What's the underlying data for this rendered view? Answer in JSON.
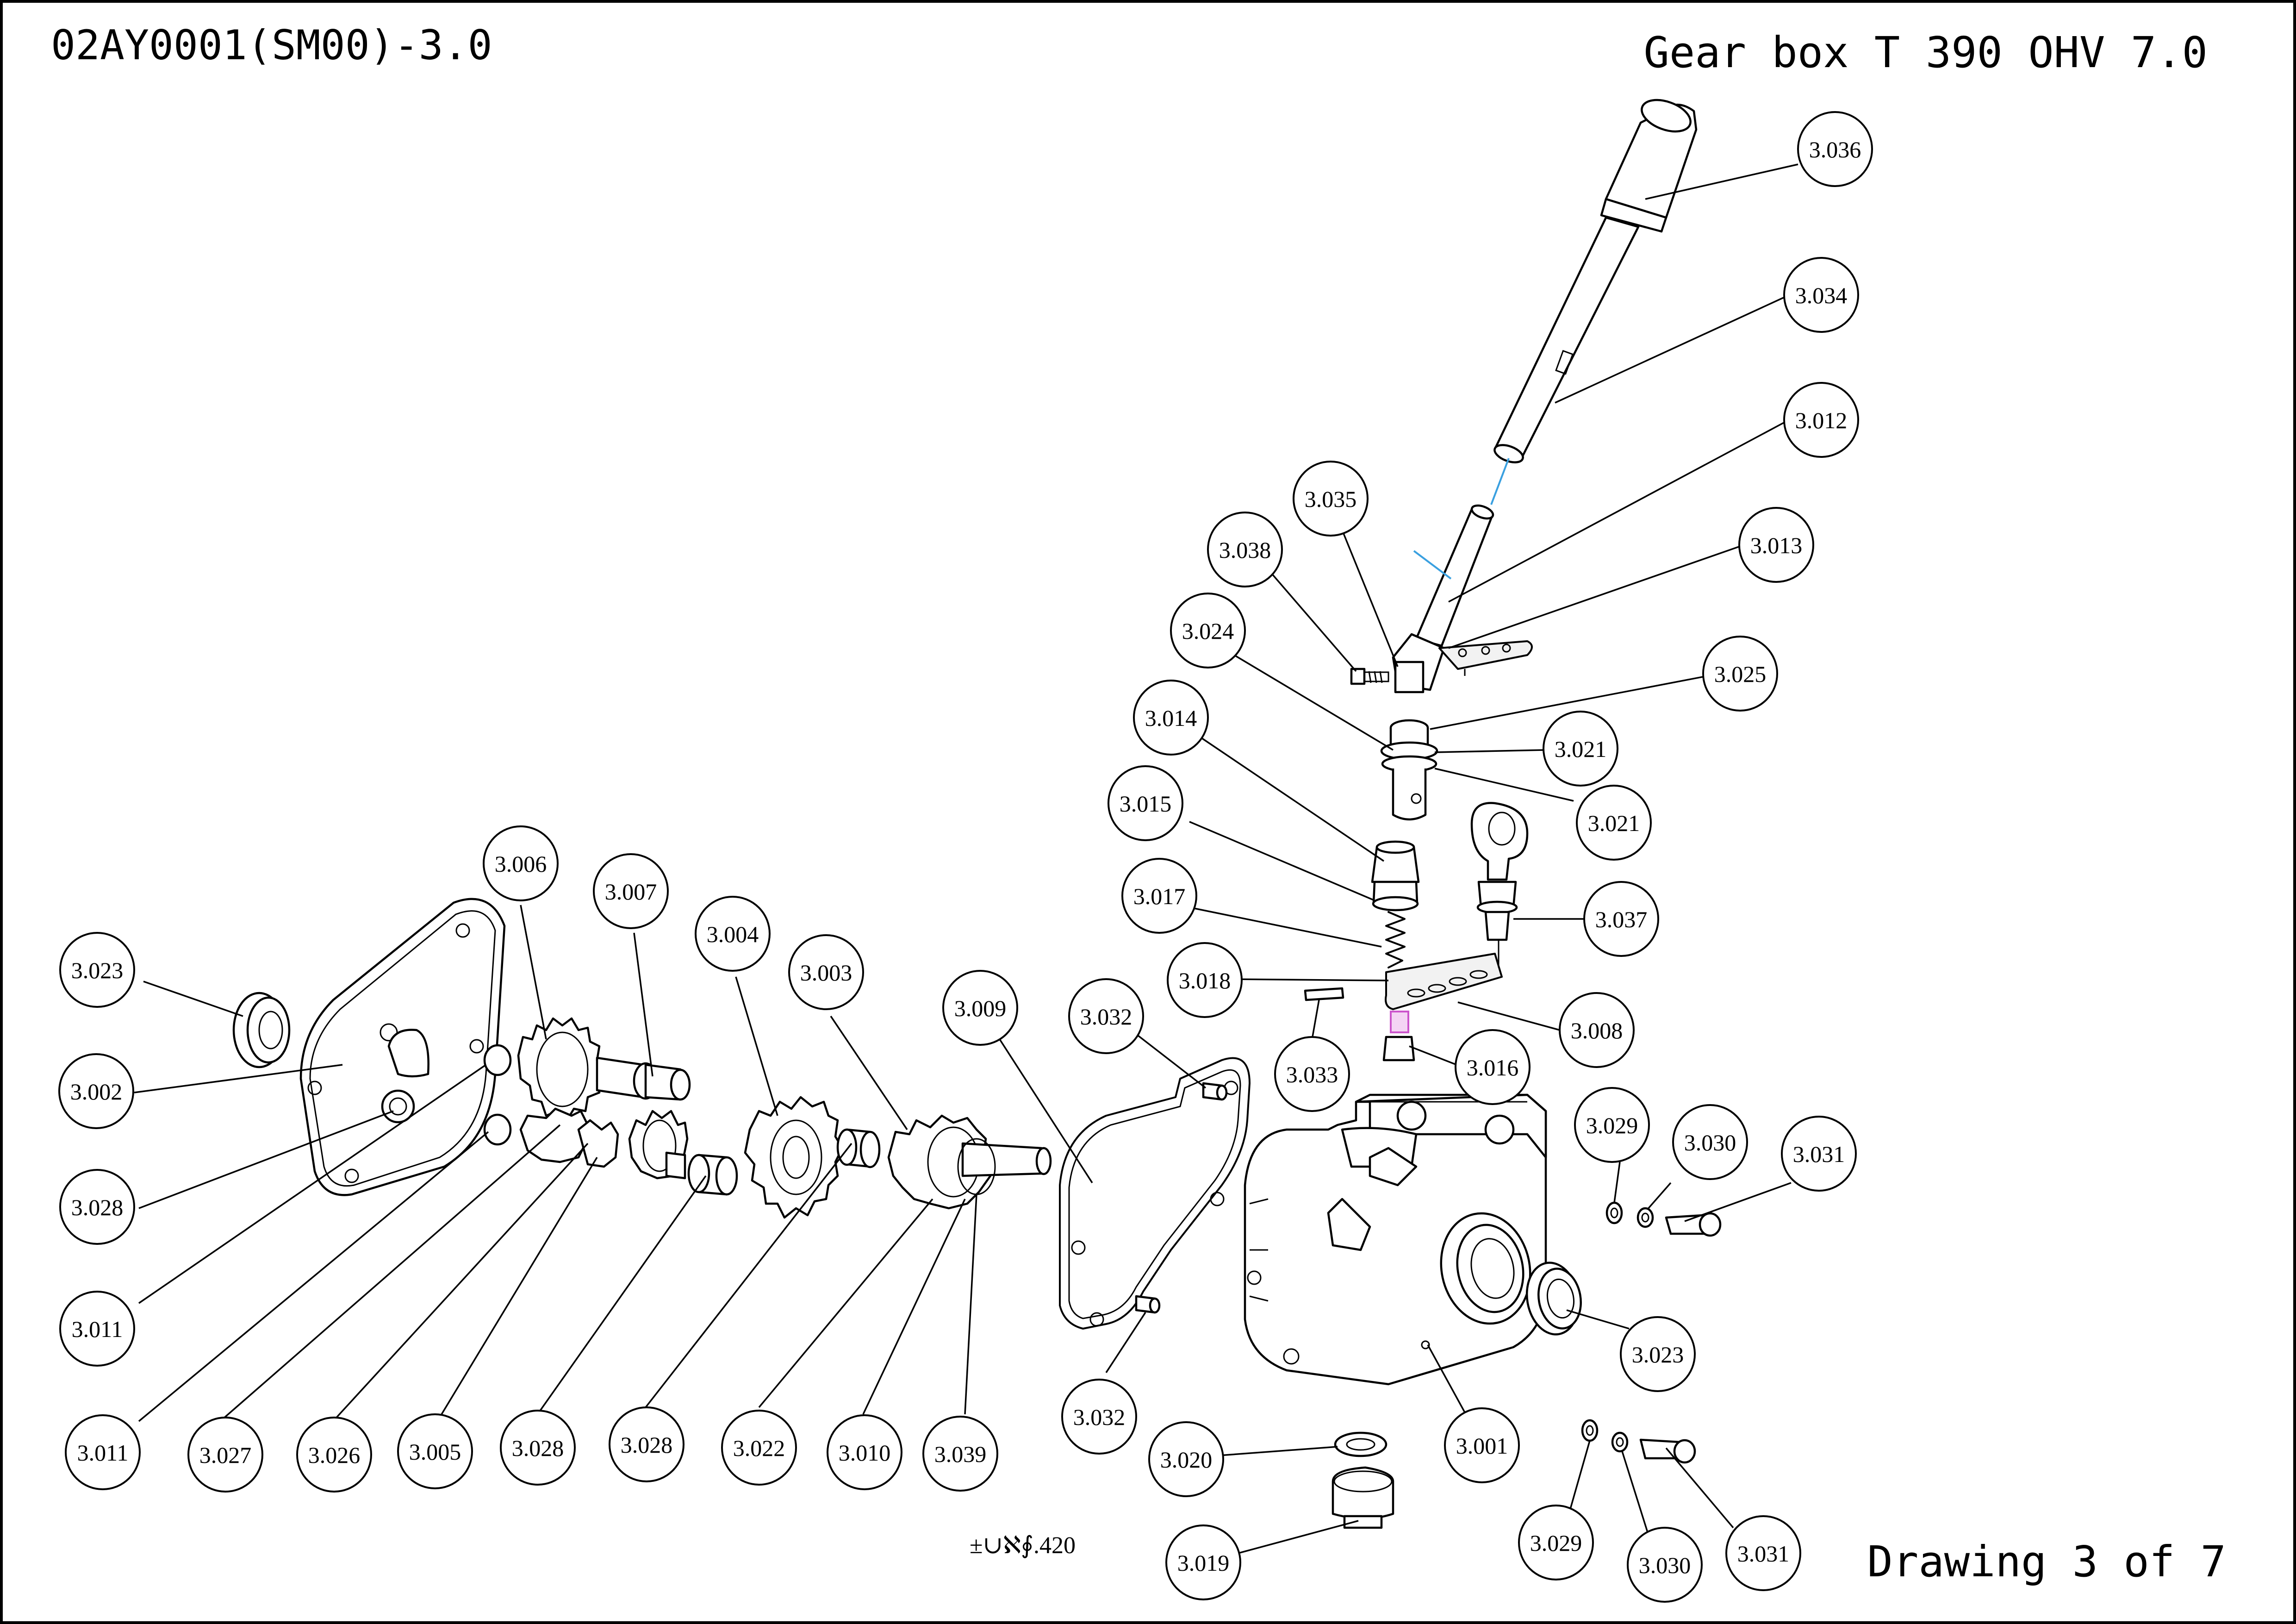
{
  "header": {
    "drawing_code": "02AY0001(SM00)-3.0",
    "title": "Gear box T 390 OHV 7.0",
    "sheet_label": "Drawing 3 of 7",
    "footnote": "±∪ℵ∮.420"
  },
  "callouts": [
    {
      "label": "3.036"
    },
    {
      "label": "3.034"
    },
    {
      "label": "3.012"
    },
    {
      "label": "3.035"
    },
    {
      "label": "3.013"
    },
    {
      "label": "3.038"
    },
    {
      "label": "3.024"
    },
    {
      "label": "3.025"
    },
    {
      "label": "3.014"
    },
    {
      "label": "3.021"
    },
    {
      "label": "3.021"
    },
    {
      "label": "3.015"
    },
    {
      "label": "3.037"
    },
    {
      "label": "3.017"
    },
    {
      "label": "3.018"
    },
    {
      "label": "3.008"
    },
    {
      "label": "3.033"
    },
    {
      "label": "3.016"
    },
    {
      "label": "3.006"
    },
    {
      "label": "3.007"
    },
    {
      "label": "3.004"
    },
    {
      "label": "3.003"
    },
    {
      "label": "3.009"
    },
    {
      "label": "3.032"
    },
    {
      "label": "3.023"
    },
    {
      "label": "3.002"
    },
    {
      "label": "3.028"
    },
    {
      "label": "3.011"
    },
    {
      "label": "3.011"
    },
    {
      "label": "3.027"
    },
    {
      "label": "3.026"
    },
    {
      "label": "3.005"
    },
    {
      "label": "3.028"
    },
    {
      "label": "3.028"
    },
    {
      "label": "3.022"
    },
    {
      "label": "3.010"
    },
    {
      "label": "3.039"
    },
    {
      "label": "3.032"
    },
    {
      "label": "3.020"
    },
    {
      "label": "3.001"
    },
    {
      "label": "3.029"
    },
    {
      "label": "3.030"
    },
    {
      "label": "3.031"
    },
    {
      "label": "3.023"
    },
    {
      "label": "3.019"
    },
    {
      "label": "3.029"
    },
    {
      "label": "3.030"
    },
    {
      "label": "3.031"
    }
  ],
  "accent_colors": {
    "leader_highlight": "#3aa0e0",
    "spring_highlight": "#cc55cc"
  }
}
